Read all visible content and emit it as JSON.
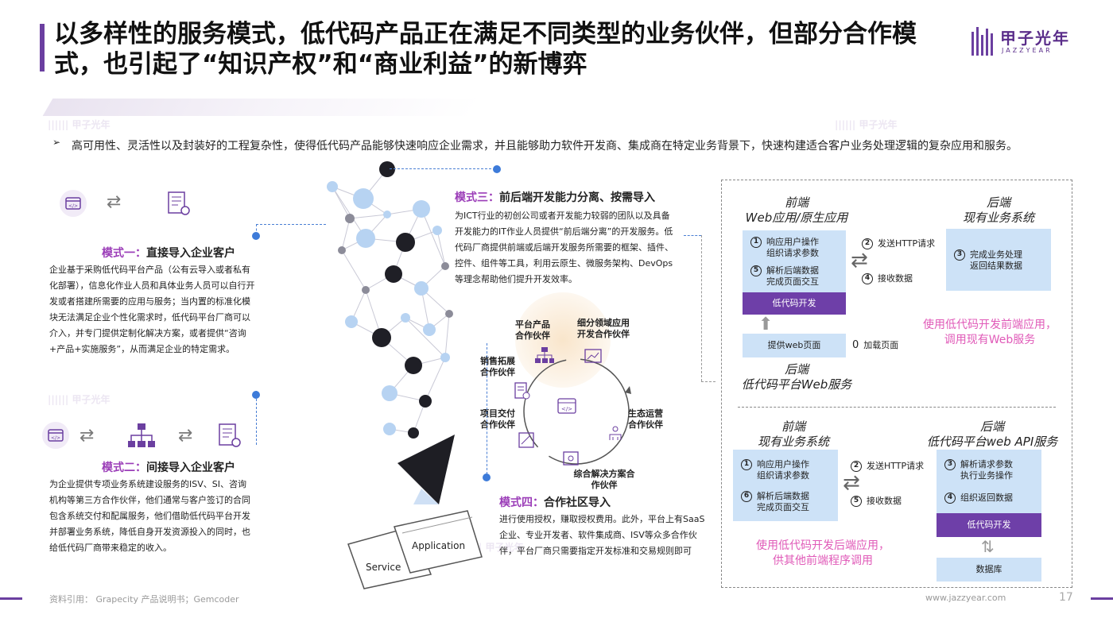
{
  "page_title": "以多样性的服务模式，低代码产品正在满足不同类型的业务伙伴，但部分合作模式，也引起了“知识产权”和“商业利益”的新博弈",
  "brand": {
    "name": "甲子光年",
    "sub": "JAZZYEAR",
    "color": "#6b3fa0"
  },
  "intro": {
    "bullet": "➢",
    "text": "高可用性、灵活性以及封装好的工程复杂性，使得低代码产品能够快速响应企业需求，并且能够助力软件开发商、集成商在特定业务背景下，快速构建适合客户业务处理逻辑的复杂应用和服务。"
  },
  "modes": {
    "m1": {
      "num": "模式一：",
      "name": "直接导入企业客户",
      "body": "企业基于采购低代码平台产品（公有云导入或者私有化部署），信息化作业人员和具体业务人员可以自行开发或者搭建所需要的应用与服务；当内置的标准化模块无法满足企业个性化需求时，低代码平台厂商可以介入，并专门提供定制化解决方案，或者提供“咨询+产品+实施服务”，从而满足企业的特定需求。"
    },
    "m2": {
      "num": "模式二：",
      "name": "间接导入企业客户",
      "body": "为企业提供专项业务系统建设服务的ISV、SI、咨询机构等第三方合作伙伴，他们通常与客户签订的合同包含系统交付和配属服务，他们借助低代码平台开发并部署业务系统，降低自身开发资源投入的同时，也给低代码厂商带来稳定的收入。"
    },
    "m3": {
      "num": "模式三：",
      "name": "前后端开发能力分离、按需导入",
      "body": "为ICT行业的初创公司或者开发能力较弱的团队以及具备开发能力的IT作业人员提供“前后端分离”的开发服务。低代码厂商提供前端或后端开发服务所需要的框架、插件、控件、组件等工具，利用云原生、微服务架构、DevOps等理念帮助他们提升开发效率。"
    },
    "m4": {
      "num": "模式四：",
      "name": "合作社区导入",
      "body": "进行使用授权，赚取授权费用。此外，平台上有SaaS企业、专业开发者、软件集成商、ISV等众多合作伙伴，平台厂商只需要指定开发标准和交易规则即可"
    }
  },
  "illustration": {
    "application_label": "Application",
    "service_label": "Service"
  },
  "partners": {
    "platform": "平台产品合作伙伴",
    "domain": "细分领域应用开发合作伙伴",
    "sales": "销售拓展合作伙伴",
    "eco": "生态运营合作伙伴",
    "delivery": "项目交付合作伙伴",
    "solution": "综合解决方案合作伙伴"
  },
  "diagram_top": {
    "front_header": "前端\nWeb应用/原生应用",
    "back_header": "后端\n现有业务系统",
    "front_steps": [
      {
        "n": "1",
        "text": "响应用户操作\n组织请求参数"
      },
      {
        "n": "5",
        "text": "解析后端数据\n完成页面交互"
      }
    ],
    "front_bar": "低代码开发",
    "mid_steps": [
      {
        "n": "2",
        "text": "发送HTTP请求"
      },
      {
        "n": "4",
        "text": "接收数据"
      }
    ],
    "back_steps": [
      {
        "n": "3",
        "text": "完成业务处理\n返回结果数据"
      }
    ],
    "web_page_box": "提供web页面",
    "step0": {
      "n": "0",
      "text": "加载页面"
    },
    "service_header": "后端\n低代码平台Web服务",
    "note": "使用低代码开发前端应用，\n调用现有Web服务"
  },
  "diagram_bottom": {
    "front_header": "前端\n现有业务系统",
    "back_header": "后端\n低代码平台web API服务",
    "front_steps": [
      {
        "n": "1",
        "text": "响应用户操作\n组织请求参数"
      },
      {
        "n": "6",
        "text": "解析后端数据\n完成页面交互"
      }
    ],
    "mid_steps": [
      {
        "n": "2",
        "text": "发送HTTP请求"
      },
      {
        "n": "5",
        "text": "接收数据"
      }
    ],
    "back_steps": [
      {
        "n": "3",
        "text": "解析请求参数\n执行业务操作"
      },
      {
        "n": "4",
        "text": "组织返回数据"
      }
    ],
    "back_bar": "低代码开发",
    "db_box": "数据库",
    "note": "使用低代码开发后端应用，\n供其他前端程序调用"
  },
  "footer": {
    "source": "资料引用：  Grapecity 产品说明书；Gemcoder",
    "url": "www.jazzyear.com",
    "page": "17"
  }
}
